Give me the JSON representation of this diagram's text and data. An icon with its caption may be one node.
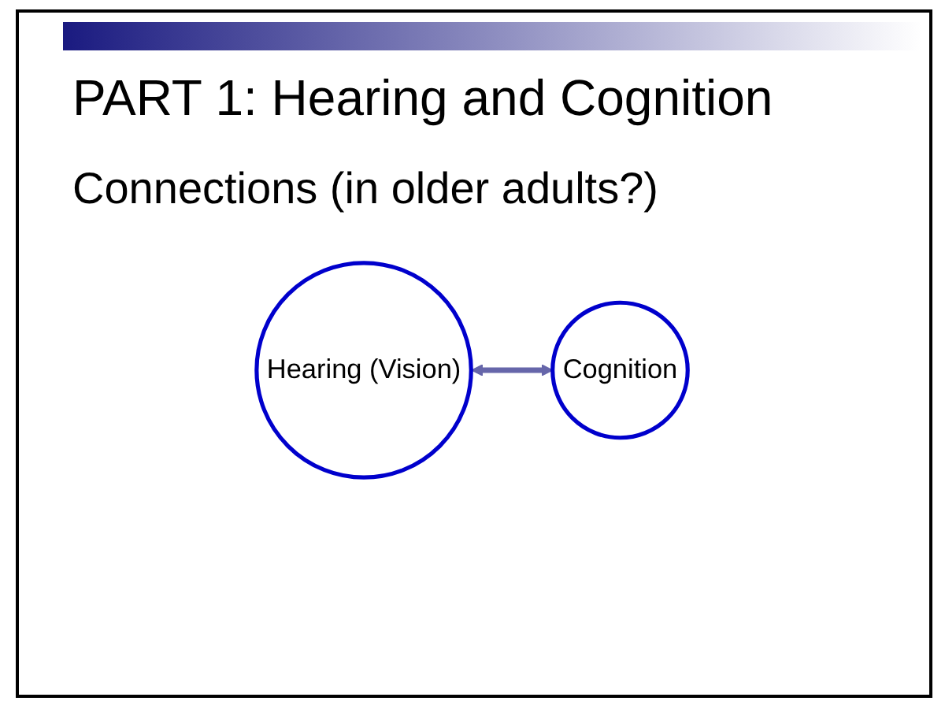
{
  "diagram": {
    "title": "PART 1: Hearing and Cognition",
    "nodes": [
      {
        "text": [
          "Hearing (Vision)"
        ]
      },
      {
        "text": [
          "Cognition"
        ]
      }
    ],
    "edges": [
      {
        "from": 0,
        "to": 1,
        "arrow": "both"
      }
    ],
    "labels": [
      "Connections (in older adults?)"
    ]
  }
}
